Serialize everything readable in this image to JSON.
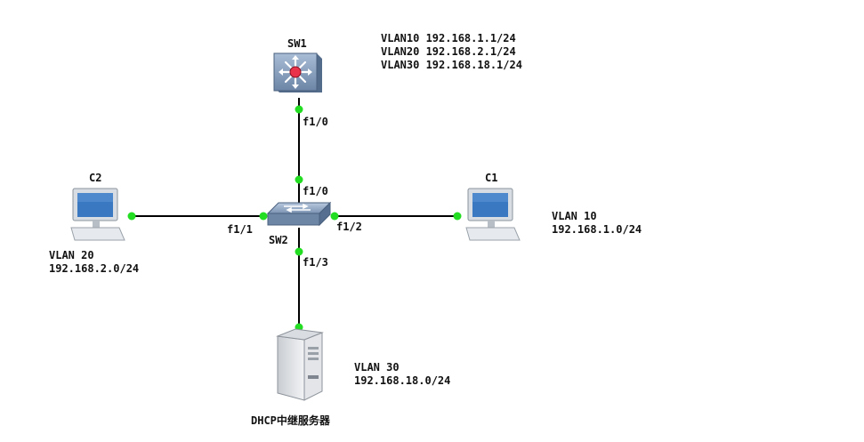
{
  "devices": {
    "sw1": {
      "name": "SW1"
    },
    "sw2": {
      "name": "SW2"
    },
    "c1": {
      "name": "C1"
    },
    "c2": {
      "name": "C2"
    },
    "server": {
      "name": "DHCP中继服务器"
    }
  },
  "sw1_config": [
    "VLAN10 192.168.1.1/24",
    "VLAN20 192.168.2.1/24",
    "VLAN30 192.168.18.1/24"
  ],
  "ports": {
    "sw1_f10": "f1/0",
    "sw2_f10": "f1/0",
    "sw2_f11": "f1/1",
    "sw2_f12": "f1/2",
    "sw2_f13": "f1/3"
  },
  "vlans": {
    "c1": {
      "vlan": "VLAN 10",
      "subnet": "192.168.1.0/24"
    },
    "c2": {
      "vlan": "VLAN 20",
      "subnet": "192.168.2.0/24"
    },
    "server": {
      "vlan": "VLAN 30",
      "subnet": "192.168.18.0/24"
    }
  },
  "colors": {
    "link": "#000000",
    "port_dot": "#22dd22",
    "switch_body": "#7d95b3",
    "router_core": "#e8334a"
  }
}
